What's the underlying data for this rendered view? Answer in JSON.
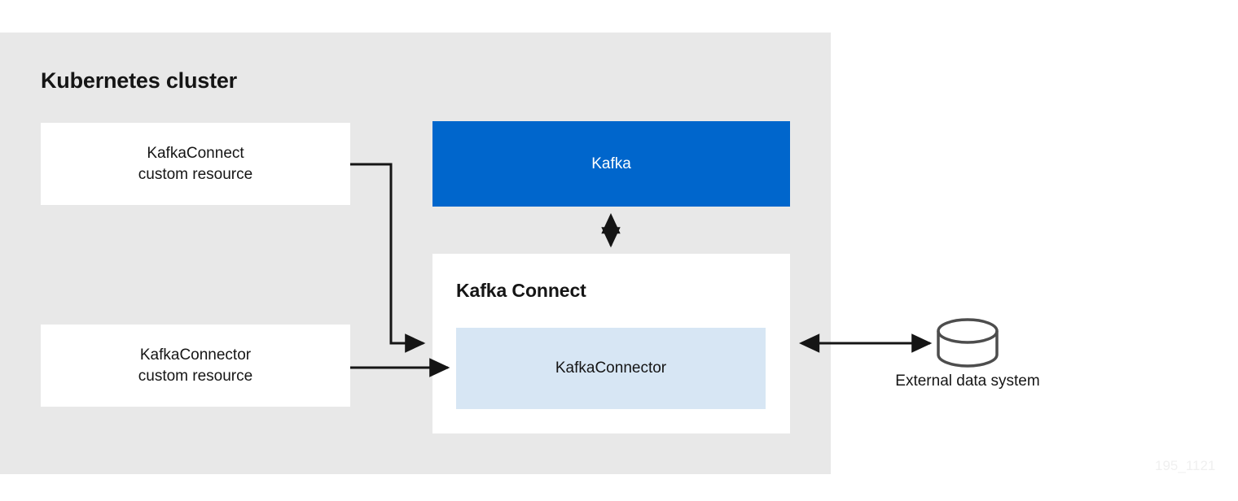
{
  "diagram": {
    "cluster": {
      "title": "Kubernetes cluster",
      "background_color": "#e8e8e8"
    },
    "boxes": {
      "kafka_connect_cr": {
        "line1": "KafkaConnect",
        "line2": "custom resource",
        "fill": "#ffffff"
      },
      "kafka_connector_cr": {
        "line1": "KafkaConnector",
        "line2": "custom resource",
        "fill": "#ffffff"
      },
      "kafka": {
        "label": "Kafka",
        "fill": "#0066cc",
        "text_color": "#ffffff"
      },
      "kafka_connect": {
        "heading": "Kafka Connect",
        "fill": "#ffffff"
      },
      "kafka_connector_instance": {
        "label": "KafkaConnector",
        "fill": "#d7e6f4"
      }
    },
    "external": {
      "label": "External data system",
      "icon": "database-cylinder-icon",
      "icon_stroke": "#4d4d4d"
    },
    "connectors": [
      {
        "name": "kafka-to-kafka-connect",
        "type": "bidirectional-vertical-arrow",
        "from": "Kafka",
        "to": "Kafka Connect"
      },
      {
        "name": "kafka-connect-cr-to-connect",
        "type": "elbow-arrow",
        "from": "KafkaConnect custom resource",
        "to": "Kafka Connect"
      },
      {
        "name": "kafka-connector-cr-to-connector",
        "type": "straight-arrow",
        "from": "KafkaConnector custom resource",
        "to": "KafkaConnector"
      },
      {
        "name": "connect-to-external",
        "type": "bidirectional-horizontal-arrow",
        "from": "Kafka Connect",
        "to": "External data system"
      }
    ],
    "watermark": "195_1121"
  }
}
